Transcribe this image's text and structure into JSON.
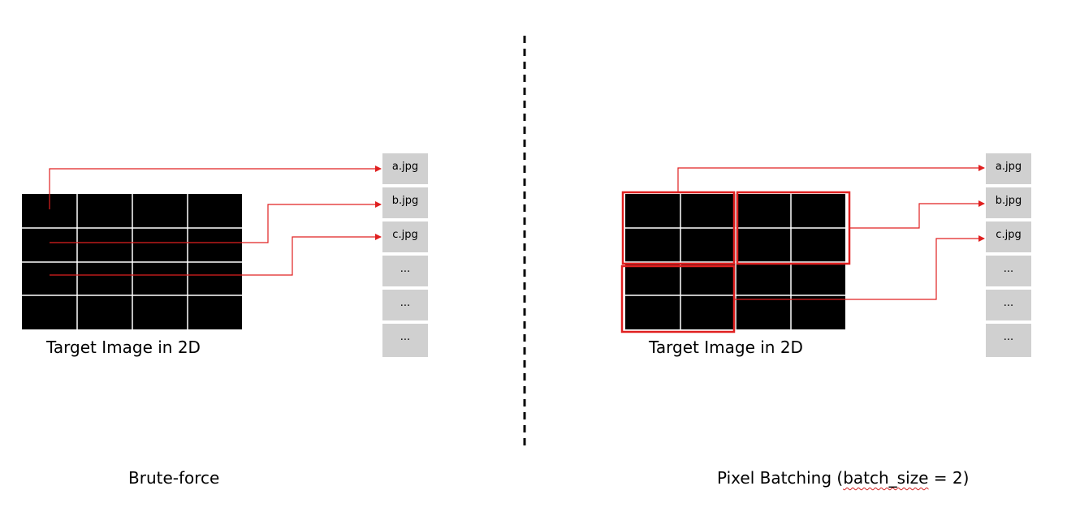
{
  "left_panel": {
    "image_caption": "Target Image in 2D",
    "method_label": "Brute-force",
    "files": [
      "a.jpg",
      "b.jpg",
      "c.jpg",
      "...",
      "...",
      "..."
    ]
  },
  "right_panel": {
    "image_caption": "Target Image in 2D",
    "method_label_prefix": "Pixel Batching (",
    "method_label_underlined": "batch_size",
    "method_label_suffix": " = 2)",
    "files": [
      "a.jpg",
      "b.jpg",
      "c.jpg",
      "...",
      "...",
      "..."
    ]
  },
  "colors": {
    "grid_fill": "#000000",
    "grid_lines": "#ffffff",
    "arrow": "#e02020",
    "batch_box": "#e02020",
    "file_cell": "#d0d0d0"
  }
}
